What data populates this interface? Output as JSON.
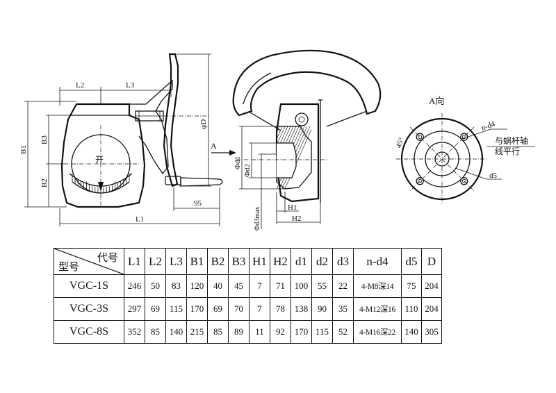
{
  "drawing": {
    "left_labels": {
      "L1": "L1",
      "L2": "L2",
      "L3": "L3",
      "B1": "B1",
      "B2": "B2",
      "B3": "B3",
      "D": "φD",
      "open": "开",
      "dim95": "95"
    },
    "middle_labels": {
      "arrow_A": "A",
      "d1": "Φd1",
      "d2": "Φd2",
      "d3": "Φd3max",
      "H1": "H1",
      "H2": "H2"
    },
    "right_labels": {
      "view": "A向",
      "angle": "45°",
      "nd4": "n-d4",
      "note_line1": "与蜗杆轴",
      "note_line2": "线平行",
      "d5": "d5"
    }
  },
  "table": {
    "corner_top": "代号",
    "corner_bottom": "型号",
    "columns": [
      "L1",
      "L2",
      "L3",
      "B1",
      "B2",
      "B3",
      "H1",
      "H2",
      "d1",
      "d2",
      "d3",
      "n-d4",
      "d5",
      "D"
    ],
    "rows": [
      {
        "model": "VGC-1S",
        "cells": [
          "246",
          "50",
          "83",
          "120",
          "40",
          "45",
          "7",
          "71",
          "100",
          "55",
          "22",
          "4-M8深14",
          "75",
          "204"
        ]
      },
      {
        "model": "VGC-3S",
        "cells": [
          "297",
          "69",
          "115",
          "170",
          "69",
          "70",
          "7",
          "78",
          "138",
          "90",
          "35",
          "4-M12深16",
          "110",
          "204"
        ]
      },
      {
        "model": "VGC-8S",
        "cells": [
          "352",
          "85",
          "140",
          "215",
          "85",
          "89",
          "11",
          "92",
          "170",
          "115",
          "52",
          "4-M16深22",
          "140",
          "305"
        ]
      }
    ]
  }
}
